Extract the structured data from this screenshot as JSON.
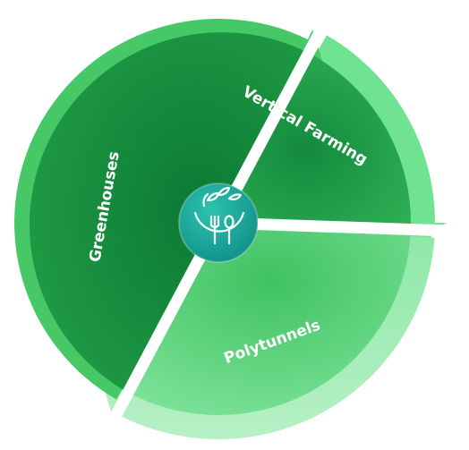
{
  "diagram": {
    "segments": [
      {
        "label": "Vertical Farming",
        "color": "#1a9a45"
      },
      {
        "label": "Polytunnels",
        "color": "#5fd47c"
      },
      {
        "label": "Greenhouses",
        "color": "#118a3b"
      }
    ],
    "center_icon": "plant-fork-spoon-icon",
    "colors": {
      "arrow_light": "#6fe391",
      "arrow_mid": "#45c865",
      "center": "#1aa69b"
    }
  }
}
